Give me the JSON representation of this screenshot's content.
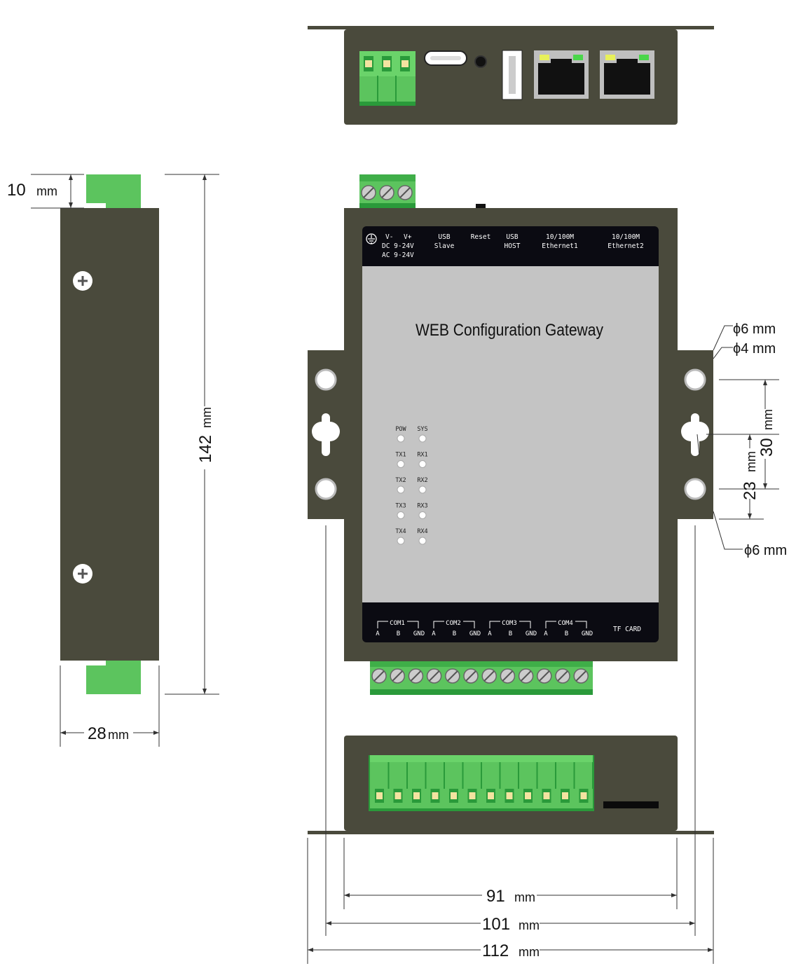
{
  "panel": {
    "title": "WEB Configuration Gateway",
    "top_labels": {
      "ground": "",
      "v_minus": "V-",
      "v_plus": "V+",
      "dc": "DC 9-24V",
      "ac": "AC 9-24V",
      "usb_slave_1": "USB",
      "usb_slave_2": "Slave",
      "reset": "Reset",
      "usb_host_1": "USB",
      "usb_host_2": "HOST",
      "eth1_1": "10/100M",
      "eth1_2": "Ethernet1",
      "eth2_1": "10/100M",
      "eth2_2": "Ethernet2"
    },
    "leds": [
      [
        "POW",
        "SYS"
      ],
      [
        "TX1",
        "RX1"
      ],
      [
        "TX2",
        "RX2"
      ],
      [
        "TX3",
        "RX3"
      ],
      [
        "TX4",
        "RX4"
      ]
    ],
    "com_ports": [
      {
        "name": "COM1",
        "pins": [
          "A",
          "B",
          "GND"
        ]
      },
      {
        "name": "COM2",
        "pins": [
          "A",
          "B",
          "GND"
        ]
      },
      {
        "name": "COM3",
        "pins": [
          "A",
          "B",
          "GND"
        ]
      },
      {
        "name": "COM4",
        "pins": [
          "A",
          "B",
          "GND"
        ]
      }
    ],
    "tf_card": "TF CARD"
  },
  "dimensions": {
    "terminal_height_value": "10",
    "terminal_height_unit": "mm",
    "height_value": "142",
    "height_unit": "mm",
    "depth_value": "28",
    "depth_unit": "mm",
    "hole_large_top": "ϕ6 mm",
    "hole_small": "ϕ4 mm",
    "hole_large_bottom": "ϕ6 mm",
    "spacing_30_value": "30",
    "spacing_30_unit": "mm",
    "spacing_23_value": "23",
    "spacing_23_unit": "mm",
    "width_91_value": "91",
    "width_91_unit": "mm",
    "width_101_value": "101",
    "width_101_unit": "mm",
    "width_112_value": "112",
    "width_112_unit": "mm"
  },
  "colors": {
    "body": "#4a4a3c",
    "panel_black": "#0b0b12",
    "panel_grey": "#c4c4c4",
    "terminal_green": "#5cc45e",
    "terminal_dark": "#2a9a3a"
  }
}
